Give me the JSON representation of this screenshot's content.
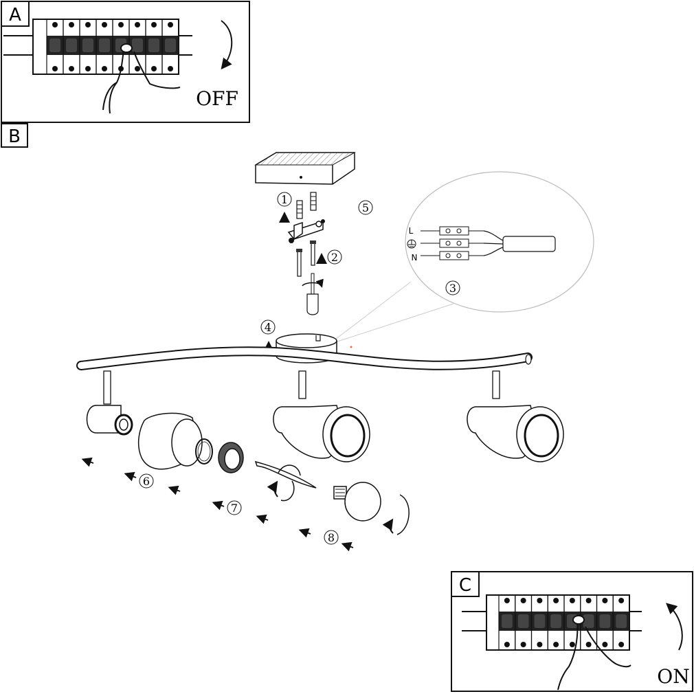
{
  "panels": {
    "a": {
      "letter": "A",
      "state_text": "OFF"
    },
    "b": {
      "letter": "B"
    },
    "c": {
      "letter": "C",
      "state_text": "ON"
    }
  },
  "steps": [
    "1",
    "2",
    "3",
    "4",
    "5",
    "6",
    "7",
    "8"
  ],
  "wiring": {
    "live_label": "L",
    "neutral_label": "N",
    "earth_icon": "earth-ground-icon"
  },
  "colors": {
    "line": "#111111",
    "panel_border": "#111111",
    "zoom_bubble": "#bbbbbb",
    "accent_dot": "#e07050"
  }
}
